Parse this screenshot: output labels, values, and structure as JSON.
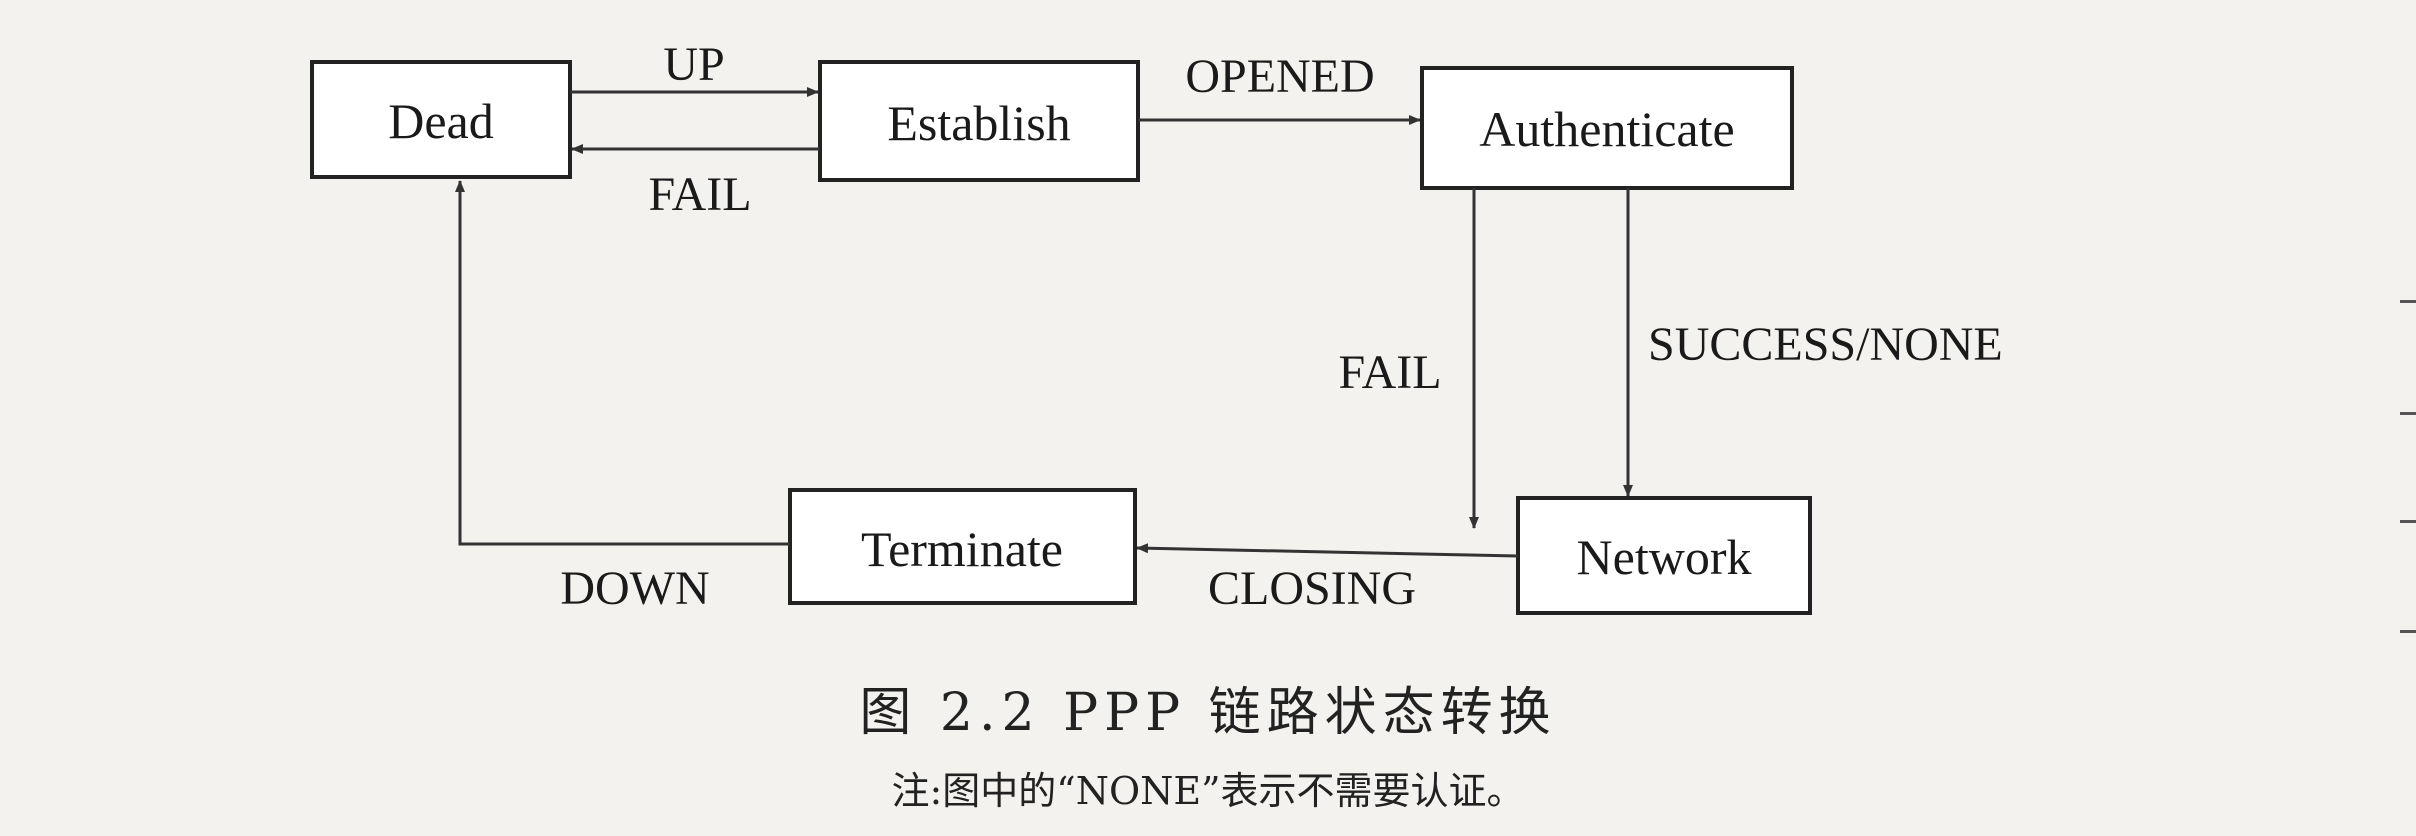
{
  "nodes": {
    "dead": "Dead",
    "establish": "Establish",
    "authenticate": "Authenticate",
    "network": "Network",
    "terminate": "Terminate"
  },
  "edges": {
    "up": "UP",
    "fail_establish": "FAIL",
    "opened": "OPENED",
    "fail_auth": "FAIL",
    "success": "SUCCESS/NONE",
    "closing": "CLOSING",
    "down": "DOWN"
  },
  "caption": {
    "title": "图 2.2  PPP 链路状态转换",
    "note": "注:图中的“NONE”表示不需要认证。"
  }
}
